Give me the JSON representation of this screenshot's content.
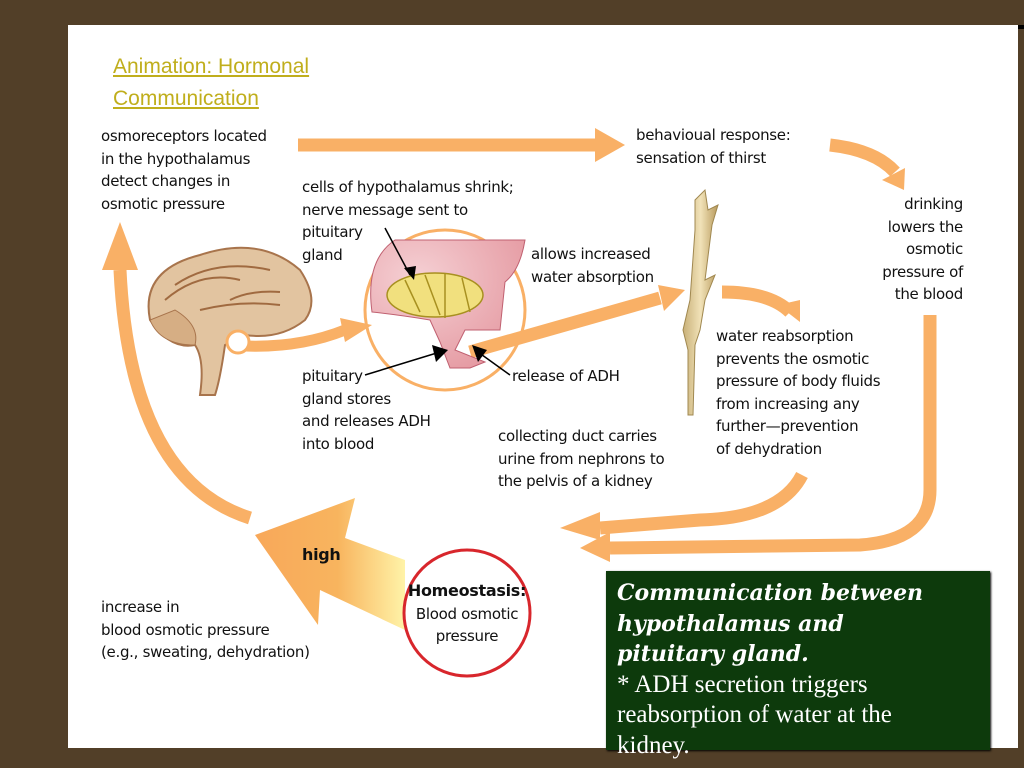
{
  "slide": {
    "title_link": {
      "line1": "Animation: Hormonal",
      "line2": "Communication"
    },
    "colors": {
      "background": "#523f28",
      "arrow": "#f9b066",
      "link": "#c0ae1c",
      "note_bg": "#0d3a0c",
      "homeostasis_ring": "#d8262c"
    }
  },
  "diagram": {
    "osmoreceptors": [
      "osmoreceptors located",
      "in the hypothalamus",
      "detect changes in",
      "osmotic pressure"
    ],
    "behavioural": [
      "behavioual response:",
      "sensation of thirst"
    ],
    "drinking": [
      "drinking",
      "lowers the",
      "osmotic",
      "pressure of",
      "the blood"
    ],
    "cells_shrink": [
      "cells of hypothalamus shrink;",
      "nerve message sent to",
      "pituitary",
      "gland"
    ],
    "allows": [
      "allows increased",
      "water absorption"
    ],
    "pituitary_stores": [
      "pituitary",
      "gland stores",
      "and releases ADH",
      "into blood"
    ],
    "release_adh": "release of ADH",
    "collecting_duct": [
      "collecting duct carries",
      "urine from nephrons to",
      "the pelvis of a kidney"
    ],
    "water_reabsorption": [
      "water reabsorption",
      "prevents the osmotic",
      "pressure of body fluids",
      "from increasing any",
      "further—prevention",
      "of dehydration"
    ],
    "high": "high",
    "increase": [
      "increase in",
      "blood osmotic pressure",
      "(e.g., sweating, dehydration)"
    ],
    "homeostasis": {
      "heading": "Homeostasis:",
      "line1": "Blood osmotic",
      "line2": "pressure"
    }
  },
  "note": {
    "heading": [
      "Communication between",
      "hypothalamus and",
      "pituitary gland."
    ],
    "body": [
      "* ADH secretion triggers",
      "reabsorption of water at the",
      "kidney."
    ]
  }
}
